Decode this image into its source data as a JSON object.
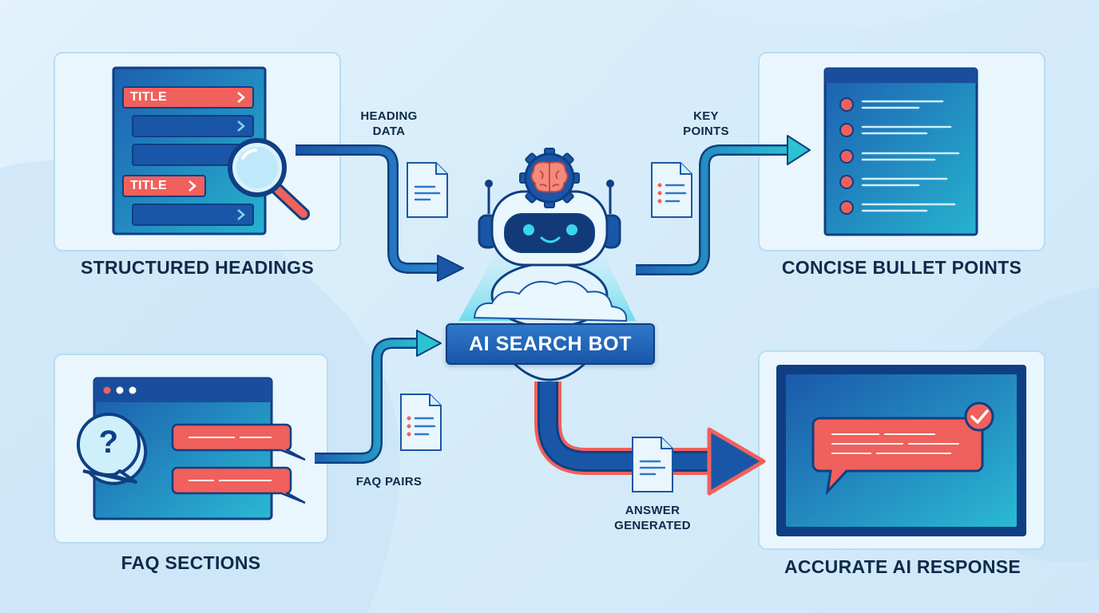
{
  "colors": {
    "navy": "#0f2a4a",
    "blue_dark": "#1a56a8",
    "blue_mid": "#2f78c9",
    "teal": "#24c1d0",
    "coral": "#f0605c",
    "panel_bg": "#eaf6fd"
  },
  "panels": {
    "structured_headings": {
      "title": "STRUCTURED HEADINGS",
      "row_label_1": "TITLE",
      "row_label_2": "TITLE"
    },
    "faq_sections": {
      "title": "FAQ SECTIONS",
      "icon_glyph": "?"
    },
    "concise_bullets": {
      "title": "CONCISE BULLET POINTS"
    },
    "accurate_response": {
      "title": "ACCURATE AI RESPONSE"
    }
  },
  "bot": {
    "label": "AI SEARCH BOT"
  },
  "flows": {
    "heading_data": [
      "HEADING",
      "DATA"
    ],
    "key_points": [
      "KEY",
      "POINTS"
    ],
    "faq_pairs": "FAQ PAIRS",
    "answer_generated": [
      "ANSWER",
      "GENERATED"
    ]
  },
  "icons": [
    "magnifier-icon",
    "question-bubble-icon",
    "document-icon",
    "brain-gear-icon",
    "robot-icon",
    "check-badge-icon"
  ]
}
